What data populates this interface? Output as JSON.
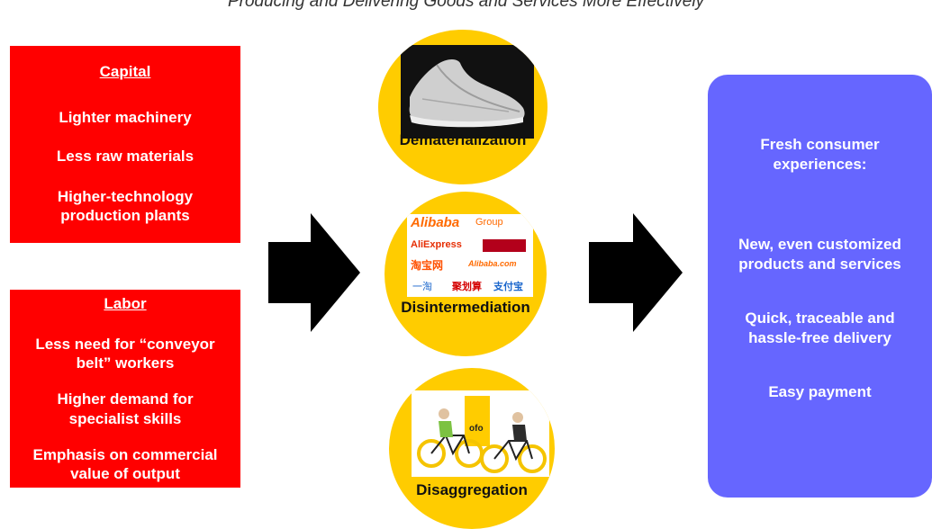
{
  "title": "Producing and Delivering Goods and Services More Effectively",
  "capital": {
    "heading": "Capital",
    "items": [
      "Lighter machinery",
      "Less raw materials",
      "Higher-technology",
      "production plants"
    ]
  },
  "labor": {
    "heading": "Labor",
    "items": [
      "Less need for “conveyor",
      "belt” workers",
      "Higher demand for",
      "specialist skills",
      "Emphasis on commercial",
      "value of output"
    ]
  },
  "circles": [
    {
      "label": "Dematerialization"
    },
    {
      "label": "Disintermediation"
    },
    {
      "label": "Disaggregation"
    }
  ],
  "logos": {
    "alibaba": "Alibaba",
    "group": "Group",
    "aliexpress": "AliExpress",
    "taobao": "淘宝网",
    "alibaba_com": "Alibaba.com",
    "yihaodian": "一淘",
    "juhuasuan": "聚划算",
    "alipay": "支付宝"
  },
  "bike_sign": "ofo",
  "outcomes": {
    "header_line1": "Fresh consumer",
    "header_line2": "experiences:",
    "item1_line1": "New, even customized",
    "item1_line2": "products and services",
    "item2_line1": "Quick, traceable and",
    "item2_line2": "hassle-free delivery",
    "item3": "Easy payment"
  },
  "colors": {
    "red": "#ff0000",
    "yellow": "#ffcc00",
    "blue": "#6666ff",
    "arrow": "#000000"
  }
}
